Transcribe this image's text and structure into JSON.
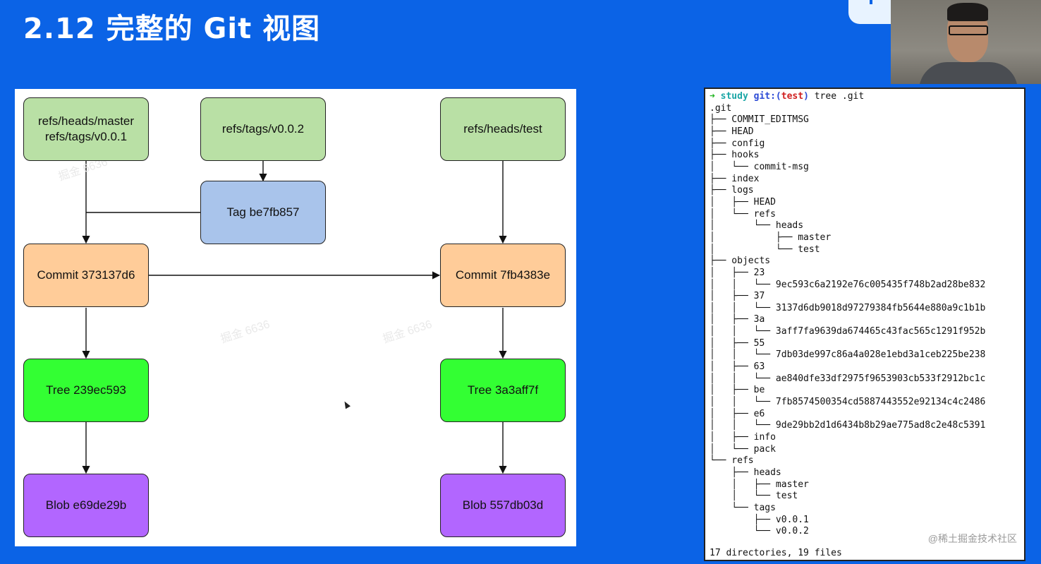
{
  "title": "2.12 完整的 Git 视图",
  "diagram": {
    "nodes": {
      "refs_master": {
        "line1": "refs/heads/master",
        "line2": "refs/tags/v0.0.1"
      },
      "refs_tag_v002": "refs/tags/v0.0.2",
      "refs_test": "refs/heads/test",
      "tag": "Tag be7fb857",
      "commit1": "Commit 373137d6",
      "commit2": "Commit 7fb4383e",
      "tree1": "Tree 239ec593",
      "tree2": "Tree 3a3aff7f",
      "blob1": "Blob e69de29b",
      "blob2": "Blob 557db03d"
    },
    "colors": {
      "ref": "#b9e0a5",
      "tag": "#a9c4eb",
      "commit": "#ffcc99",
      "tree": "#33ff33",
      "blob": "#b266ff"
    }
  },
  "terminal": {
    "prompt_arrow": "➜",
    "prompt_dir": "study",
    "prompt_git": "git:(",
    "prompt_branch": "test",
    "prompt_close": ")",
    "prompt_cmd": "tree .git",
    "tree_lines": [
      ".git",
      "├── COMMIT_EDITMSG",
      "├── HEAD",
      "├── config",
      "├── hooks",
      "│   └── commit-msg",
      "├── index",
      "├── logs",
      "│   ├── HEAD",
      "│   └── refs",
      "│       └── heads",
      "│           ├── master",
      "│           └── test",
      "├── objects",
      "│   ├── 23",
      "│   │   └── 9ec593c6a2192e76c005435f748b2ad28be832",
      "│   ├── 37",
      "│   │   └── 3137d6db9018d97279384fb5644e880a9c1b1b",
      "│   ├── 3a",
      "│   │   └── 3aff7fa9639da674465c43fac565c1291f952b",
      "│   ├── 55",
      "│   │   └── 7db03de997c86a4a028e1ebd3a1ceb225be238",
      "│   ├── 63",
      "│   │   └── ae840dfe33df2975f9653903cb533f2912bc1c",
      "│   ├── be",
      "│   │   └── 7fb8574500354cd5887443552e92134c4c2486",
      "│   ├── e6",
      "│   │   └── 9de29bb2d1d6434b8b29ae775ad8c2e48c5391",
      "│   ├── info",
      "│   └── pack",
      "└── refs",
      "    ├── heads",
      "    │   ├── master",
      "    │   └── test",
      "    └── tags",
      "        ├── v0.0.1",
      "        └── v0.0.2"
    ],
    "summary": "17 directories, 19 files",
    "watermark": "@稀土掘金技术社区"
  }
}
